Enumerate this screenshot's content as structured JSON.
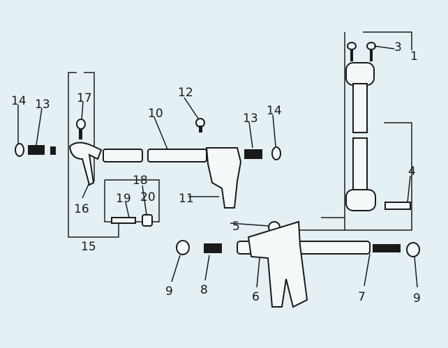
{
  "diagram": {
    "title": "Exploded parts view",
    "colors": {
      "background": "#e4f0f4",
      "ink": "#1a1a1a"
    },
    "labels": {
      "l14a": "14",
      "l13a": "13",
      "l17": "17",
      "l10": "10",
      "l12": "12",
      "l13b": "13",
      "l14b": "14",
      "l3": "3",
      "l1": "1",
      "l4": "4",
      "l18": "18",
      "l19": "19",
      "l20": "20",
      "l16": "16",
      "l11": "11",
      "l15": "15",
      "l5": "5",
      "l9a": "9",
      "l8": "8",
      "l6": "6",
      "l7": "7",
      "l9b": "9"
    }
  }
}
